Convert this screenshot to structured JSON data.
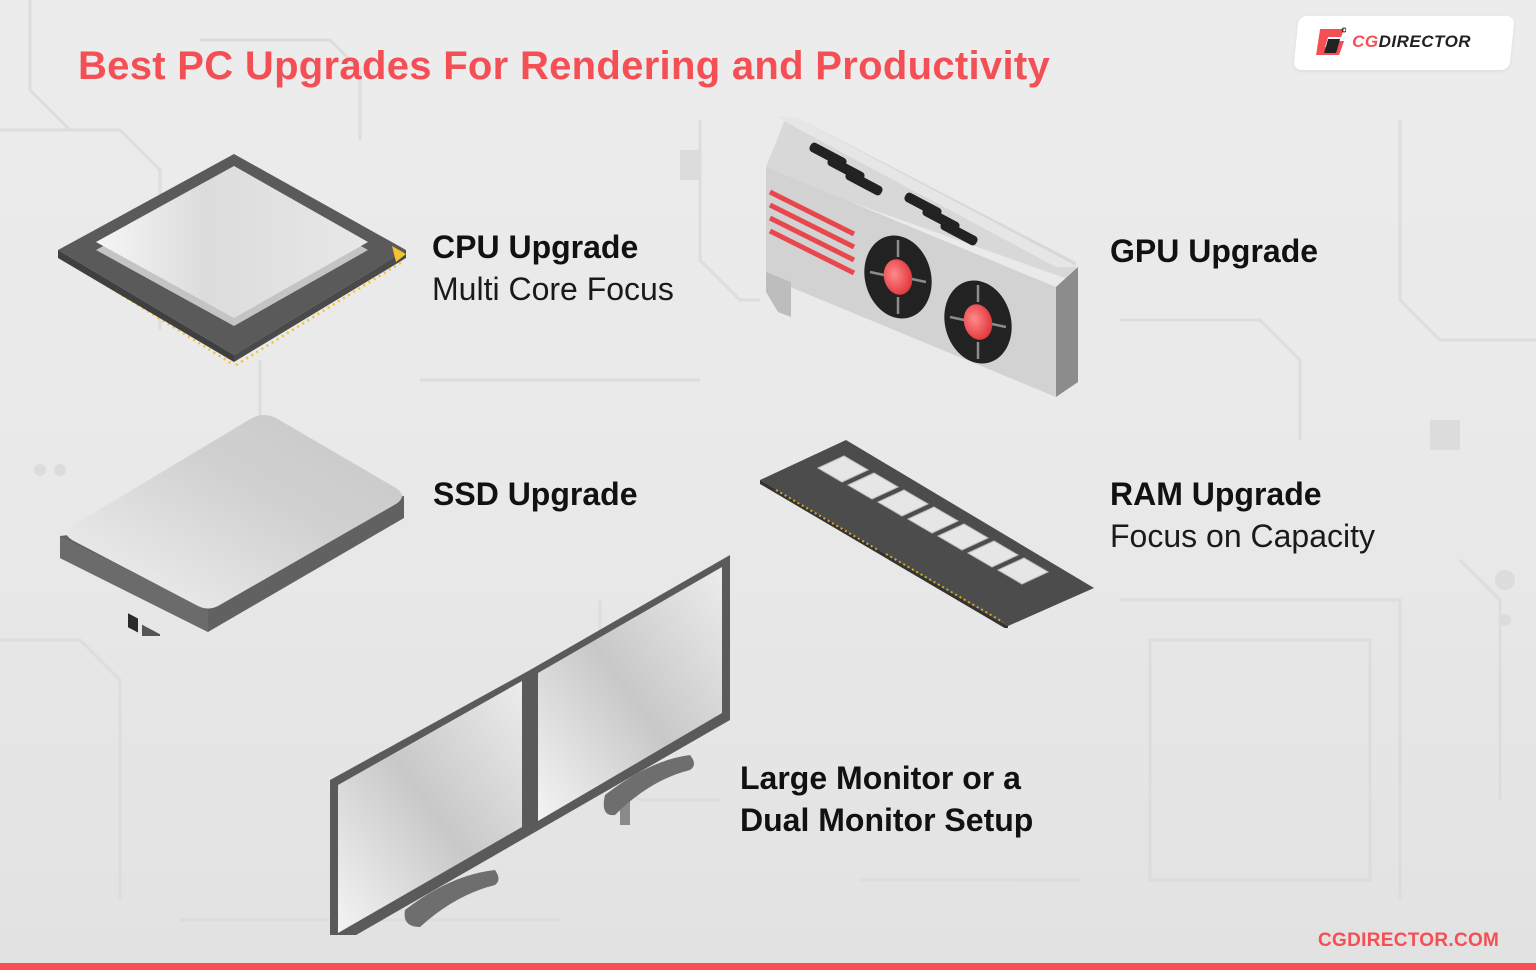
{
  "header": {
    "title": "Best PC Upgrades For Rendering and Productivity"
  },
  "logo": {
    "prefix": "CG",
    "suffix": "DIRECTOR",
    "icon": "cgdirector-logo-icon"
  },
  "items": [
    {
      "id": "cpu",
      "title": "CPU Upgrade",
      "subtitle": "Multi Core Focus",
      "icon": "cpu-icon"
    },
    {
      "id": "gpu",
      "title": "GPU Upgrade",
      "subtitle": "",
      "icon": "gpu-icon"
    },
    {
      "id": "ssd",
      "title": "SSD Upgrade",
      "subtitle": "",
      "icon": "ssd-icon"
    },
    {
      "id": "ram",
      "title": "RAM Upgrade",
      "subtitle": "Focus on Capacity",
      "icon": "ram-icon"
    },
    {
      "id": "monitor",
      "title_line1": "Large Monitor or a",
      "title_line2": "Dual Monitor Setup",
      "icon": "dual-monitor-icon"
    }
  ],
  "footer": {
    "url": "CGDIRECTOR.COM"
  },
  "colors": {
    "accent": "#f44f55",
    "background": "#ebebeb",
    "text": "#111111",
    "chip_dark": "#5a5a5a",
    "pin_gold": "#f2c230"
  }
}
